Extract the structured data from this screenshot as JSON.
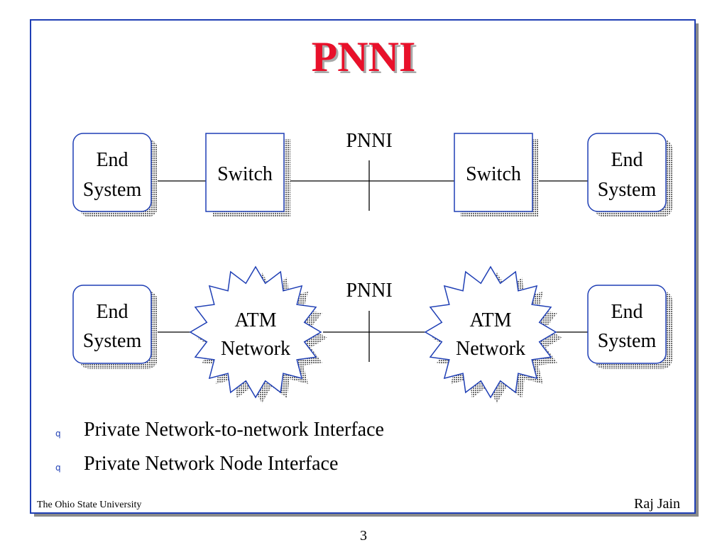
{
  "slide": {
    "title": "PNNI",
    "footer_left": "The Ohio State University",
    "footer_right": "Raj Jain",
    "page_number": "3"
  },
  "diagram": {
    "row1": {
      "left_end_system": [
        "End",
        "System"
      ],
      "left_switch": "Switch",
      "interface_label": "PNNI",
      "right_switch": "Switch",
      "right_end_system": [
        "End",
        "System"
      ]
    },
    "row2": {
      "left_end_system": [
        "End",
        "System"
      ],
      "left_network": [
        "ATM",
        "Network"
      ],
      "interface_label": "PNNI",
      "right_network": [
        "ATM",
        "Network"
      ],
      "right_end_system": [
        "End",
        "System"
      ]
    }
  },
  "bullets": [
    {
      "marker": "q",
      "text": "Private Network-to-network Interface"
    },
    {
      "marker": "q",
      "text": "Private Network Node Interface"
    }
  ],
  "colors": {
    "title": "#e8102a",
    "border": "#1f3fb5",
    "shadow": "#8a8a8a"
  }
}
